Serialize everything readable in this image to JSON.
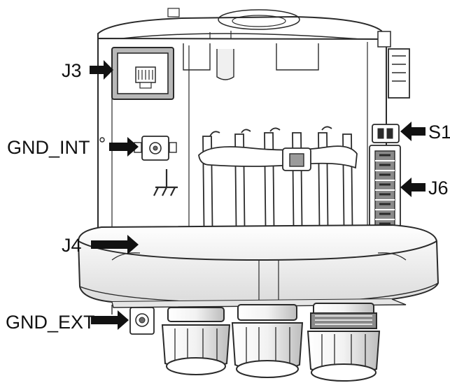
{
  "labels": {
    "j3": "J3",
    "gnd_int": "GND_INT",
    "j4": "J4",
    "gnd_ext": "GND_EXT",
    "s1": "S1",
    "j6": "J6"
  },
  "colors": {
    "outline": "#2a2a2a",
    "body_fill": "#ffffff",
    "shade": "#cfcfcf",
    "dark_shade": "#6a6a6a",
    "arrow": "#111111"
  },
  "icons": {
    "ground_symbol": "ground-symbol-icon",
    "arrow": "arrow-right-icon"
  }
}
